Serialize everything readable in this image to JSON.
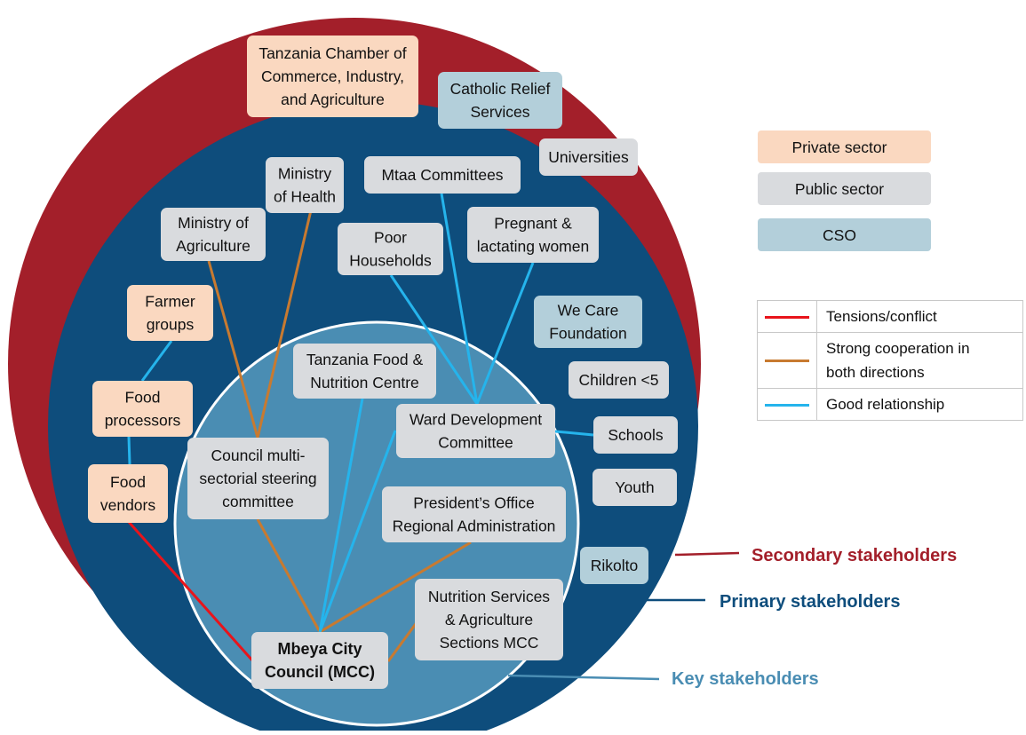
{
  "title": "",
  "colors": {
    "secondary_ring": "#a31f2a",
    "primary_ring": "#0e4d7c",
    "key_circle": "#4a8db3",
    "private_sector": "#fad8c0",
    "public_sector": "#d9dbde",
    "cso": "#b3cfda",
    "tension_line": "#e8141b",
    "cooperation_line": "#c87a30",
    "good_line": "#25b4ec"
  },
  "rings": {
    "secondary": "Secondary stakeholders",
    "primary": "Primary stakeholders",
    "key": "Key stakeholders"
  },
  "category_legend": [
    {
      "id": "private",
      "label": "Private sector"
    },
    {
      "id": "public",
      "label": "Public sector"
    },
    {
      "id": "cso",
      "label": "CSO"
    }
  ],
  "relationship_legend": [
    {
      "id": "tension",
      "lines": [
        "Tensions/conflict"
      ]
    },
    {
      "id": "cooperation",
      "lines": [
        "Strong cooperation  in",
        "both directions"
      ]
    },
    {
      "id": "good",
      "lines": [
        "Good relationship"
      ]
    }
  ],
  "nodes": [
    {
      "id": "tccia",
      "lines": [
        "Tanzania Chamber of",
        "Commerce, Industry,",
        "and Agriculture"
      ],
      "category": "private"
    },
    {
      "id": "crs",
      "lines": [
        "Catholic Relief",
        "Services"
      ],
      "category": "cso"
    },
    {
      "id": "universities",
      "lines": [
        "Universities"
      ],
      "category": "public"
    },
    {
      "id": "moh",
      "lines": [
        "Ministry",
        "of Health"
      ],
      "category": "public"
    },
    {
      "id": "mtaa",
      "lines": [
        "Mtaa Committees"
      ],
      "category": "public"
    },
    {
      "id": "moa",
      "lines": [
        "Ministry of",
        "Agriculture"
      ],
      "category": "public"
    },
    {
      "id": "pregnant",
      "lines": [
        "Pregnant &",
        "lactating women"
      ],
      "category": "public"
    },
    {
      "id": "poor",
      "lines": [
        "Poor",
        "Households"
      ],
      "category": "public"
    },
    {
      "id": "farmer",
      "lines": [
        "Farmer",
        "groups"
      ],
      "category": "private"
    },
    {
      "id": "wecare",
      "lines": [
        "We Care",
        "Foundation"
      ],
      "category": "cso"
    },
    {
      "id": "children",
      "lines": [
        "Children <5"
      ],
      "category": "public"
    },
    {
      "id": "tfnc",
      "lines": [
        "Tanzania Food &",
        "Nutrition Centre"
      ],
      "category": "public"
    },
    {
      "id": "processors",
      "lines": [
        "Food",
        "processors"
      ],
      "category": "private"
    },
    {
      "id": "wdc",
      "lines": [
        "Ward Development",
        "Committee"
      ],
      "category": "public"
    },
    {
      "id": "schools",
      "lines": [
        "Schools"
      ],
      "category": "public"
    },
    {
      "id": "vendors",
      "lines": [
        "Food",
        "vendors"
      ],
      "category": "private"
    },
    {
      "id": "council",
      "lines": [
        "Council multi-",
        "sectorial steering",
        "committee"
      ],
      "category": "public"
    },
    {
      "id": "youth",
      "lines": [
        "Youth"
      ],
      "category": "public"
    },
    {
      "id": "pora",
      "lines": [
        "President’s Office",
        "Regional Administration"
      ],
      "category": "public"
    },
    {
      "id": "rikolto",
      "lines": [
        "Rikolto"
      ],
      "category": "cso"
    },
    {
      "id": "nutrition",
      "lines": [
        "Nutrition Services",
        "& Agriculture",
        "Sections MCC"
      ],
      "category": "public"
    },
    {
      "id": "mcc",
      "lines": [
        "Mbeya City",
        "Council (MCC)"
      ],
      "category": "public",
      "bold": true
    }
  ],
  "edges": [
    {
      "from": "vendors",
      "to": "mcc",
      "type": "tension"
    },
    {
      "from": "moa",
      "to": "council",
      "type": "cooperation"
    },
    {
      "from": "moh",
      "to": "council",
      "type": "cooperation"
    },
    {
      "from": "council",
      "to": "mcc",
      "type": "cooperation"
    },
    {
      "from": "pora",
      "to": "mcc",
      "type": "cooperation"
    },
    {
      "from": "nutrition",
      "to": "mcc",
      "type": "cooperation"
    },
    {
      "from": "farmer",
      "to": "processors",
      "type": "good"
    },
    {
      "from": "processors",
      "to": "vendors",
      "type": "good"
    },
    {
      "from": "mtaa",
      "to": "wdc",
      "type": "good"
    },
    {
      "from": "poor",
      "to": "wdc",
      "type": "good"
    },
    {
      "from": "pregnant",
      "to": "wdc",
      "type": "good"
    },
    {
      "from": "wdc",
      "to": "schools",
      "type": "good"
    },
    {
      "from": "tfnc",
      "to": "mcc",
      "type": "good"
    },
    {
      "from": "wdc",
      "to": "mcc",
      "type": "good"
    }
  ]
}
